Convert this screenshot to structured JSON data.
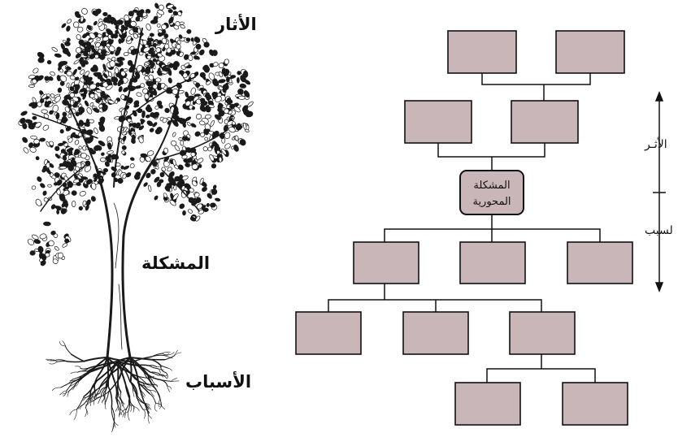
{
  "tree": {
    "effects_label": "الأثار",
    "problem_label": "المشكلة",
    "causes_label": "الأسباب"
  },
  "chart": {
    "core_problem_line1": "المشكلة",
    "core_problem_line2": "المحورية",
    "axis_effects_label": "الأثـر",
    "axis_causes_label": "لسبب"
  },
  "colors": {
    "box_fill": "#c9b6b8",
    "core_fill": "#c9b6b8",
    "line": "#111111",
    "tree_ink": "#1a1a1a",
    "leaf_fill": "#ffffff"
  },
  "icons": [
    "tree-illustration",
    "up-arrow-icon",
    "down-arrow-icon"
  ]
}
